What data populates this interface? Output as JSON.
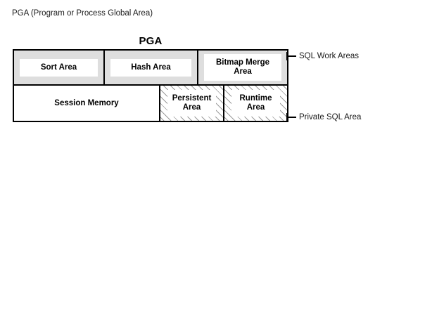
{
  "page": {
    "caption": "PGA (Program or Process Global Area)"
  },
  "diagram": {
    "title": "PGA",
    "rows": [
      {
        "name": "sql-work-areas",
        "fill": "gray",
        "cells": [
          {
            "label": "Sort Area",
            "fill": "gray"
          },
          {
            "label": "Hash Area",
            "fill": "gray"
          },
          {
            "label": "Bitmap Merge Area",
            "fill": "gray"
          }
        ]
      },
      {
        "name": "private-sql-area",
        "fill": "white",
        "cells": [
          {
            "label": "Session Memory",
            "fill": "white"
          },
          {
            "label": "Persistent\nArea",
            "fill": "hatch"
          },
          {
            "label": "Runtime\nArea",
            "fill": "hatch"
          }
        ]
      }
    ],
    "callouts": [
      {
        "label": "SQL Work Areas",
        "target_row": "sql-work-areas"
      },
      {
        "label": "Private SQL Area",
        "target_row": "private-sql-area"
      }
    ]
  },
  "colors": {
    "frame_stroke": "#000000",
    "band_gray": "#dedede",
    "hatch_line": "#9a9a9a",
    "background": "#ffffff",
    "text": "#000000",
    "caption_text": "#1a1a1a"
  }
}
